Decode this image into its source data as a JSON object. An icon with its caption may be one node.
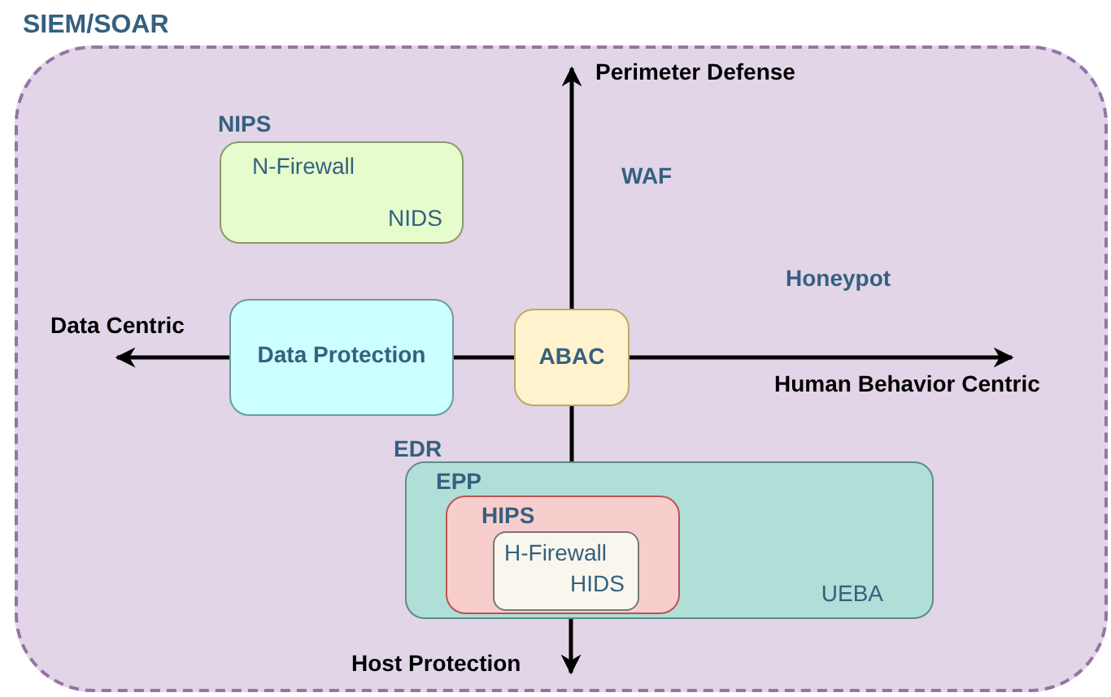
{
  "diagram": {
    "nodes": [
      {
        "text": [
          "SIEM/SOAR"
        ]
      },
      {
        "text": [
          "NIPS",
          "N-Firewall",
          "NIDS"
        ],
        "in": 0
      },
      {
        "text": [
          "Data Protection"
        ],
        "in": 0
      },
      {
        "text": [
          "ABAC"
        ],
        "in": 0
      },
      {
        "text": [
          "EDR",
          "UEBA"
        ],
        "in": 0
      },
      {
        "text": [
          "EPP",
          "HIPS"
        ],
        "in": 4
      },
      {
        "text": [
          "H-Firewall",
          "HIDS"
        ],
        "in": 5
      },
      {
        "text": [
          "Perimeter Defense"
        ],
        "in": 0
      },
      {
        "text": [
          "Data Centric"
        ],
        "in": 0
      },
      {
        "text": [
          "Human Behavior Centric"
        ],
        "in": 0
      },
      {
        "text": [
          "Host Protection"
        ],
        "in": 0
      }
    ],
    "edges": [
      {
        "from": 3,
        "to": 7,
        "arrow": "to"
      },
      {
        "from": 3,
        "to": 2,
        "arrow": "none"
      },
      {
        "from": 2,
        "to": 8,
        "arrow": "to"
      },
      {
        "from": 3,
        "to": 9,
        "arrow": "to"
      },
      {
        "from": 3,
        "to": 4,
        "arrow": "none"
      },
      {
        "from": 4,
        "to": 10,
        "arrow": "to"
      }
    ],
    "labels": [
      "WAF",
      "Honeypot"
    ]
  }
}
